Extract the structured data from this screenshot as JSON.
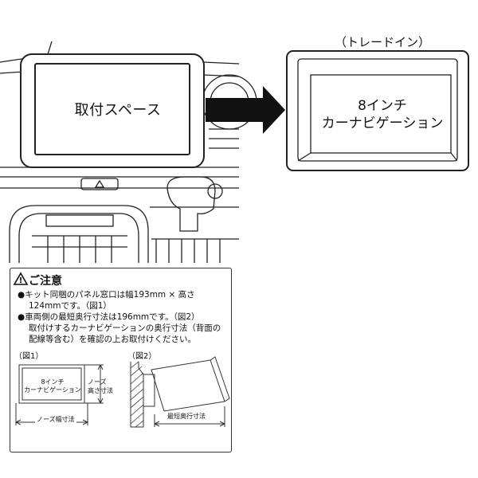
{
  "top": {
    "install_space_label": "取付スペース",
    "trade_in_label": "（トレードイン）",
    "nav_line1": "8インチ",
    "nav_line2": "カーナビゲーション"
  },
  "caution": {
    "title": "ご注意",
    "notes": [
      "●キット同梱のパネル窓口は幅193mm × 高さ",
      "124mmです。（図1）",
      "●車両側の最短奥行寸法は196mmです。（図2）",
      "取付けするカーナビゲーションの奥行寸法（背面の",
      "配線等含む）を確認の上お取付けください。"
    ]
  },
  "fig1": {
    "label": "（図1）",
    "nav_line1": "8インチ",
    "nav_line2": "カーナビゲーション",
    "height_line1": "ノーズ",
    "height_line2": "高さ寸法",
    "width_label": "ノーズ幅寸法"
  },
  "fig2": {
    "label": "（図2）",
    "depth_label": "最短奥行寸法"
  }
}
